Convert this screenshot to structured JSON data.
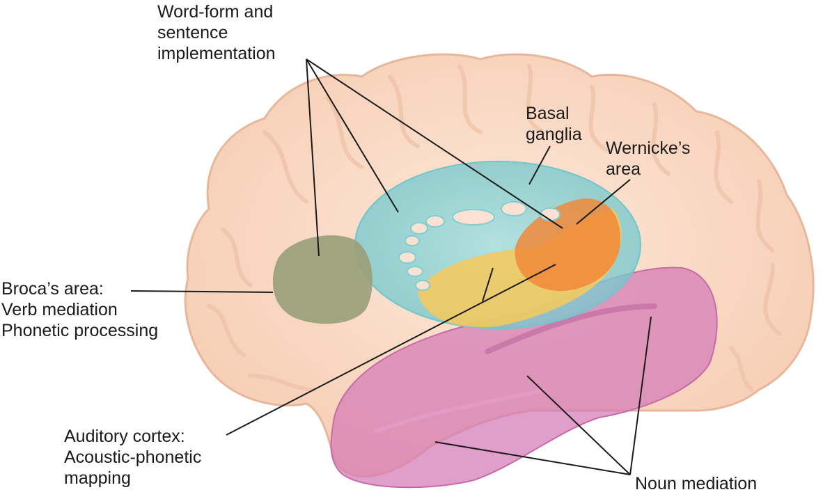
{
  "labels": {
    "word_form": [
      "Word-form and",
      "sentence",
      "implementation"
    ],
    "basal_ganglia": [
      "Basal",
      "ganglia"
    ],
    "wernicke": [
      "Wernicke’s",
      "area"
    ],
    "broca": [
      "Broca’s area:",
      "Verb mediation",
      "Phonetic processing"
    ],
    "auditory": [
      "Auditory cortex:",
      "Acoustic-phonetic",
      "mapping"
    ],
    "noun": [
      "Noun mediation"
    ]
  },
  "colors": {
    "brain": "#f9d9c4",
    "brain_outline": "#e8b79b",
    "broca": "#9aa07a",
    "basal_ganglia": "#8fd3d6",
    "wernicke": "#f08a3a",
    "auditory": "#f7c95a",
    "temporal": "#d47ab5",
    "leader": "#1a1a1a"
  }
}
